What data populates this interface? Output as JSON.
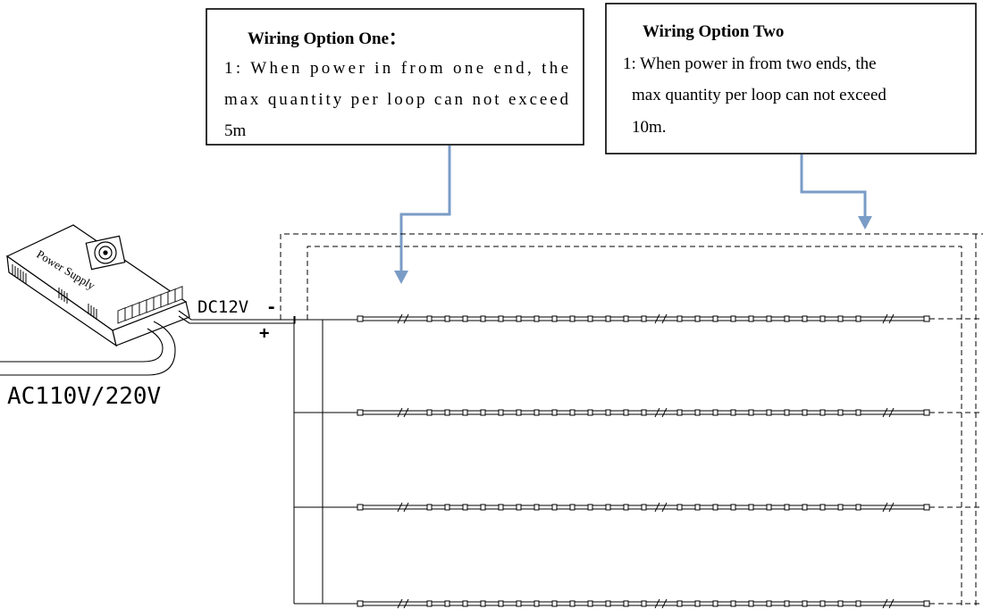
{
  "option_one": {
    "title": "Wiring Option One：",
    "lines": [
      "1: When power in from one end, the",
      "max quantity per loop can not exceed",
      "5m"
    ]
  },
  "option_two": {
    "title": "Wiring Option Two",
    "lines": [
      "1: When power in from two ends, the",
      "max quantity per loop can not exceed",
      "10m."
    ]
  },
  "power_supply": {
    "label": "Power Supply"
  },
  "dc_label": "DC12V",
  "negative_sign": "-",
  "positive_sign": "+",
  "ac_label": "AC110V/220V",
  "colors": {
    "arrow": "#7a9cc6",
    "line": "#000000"
  }
}
